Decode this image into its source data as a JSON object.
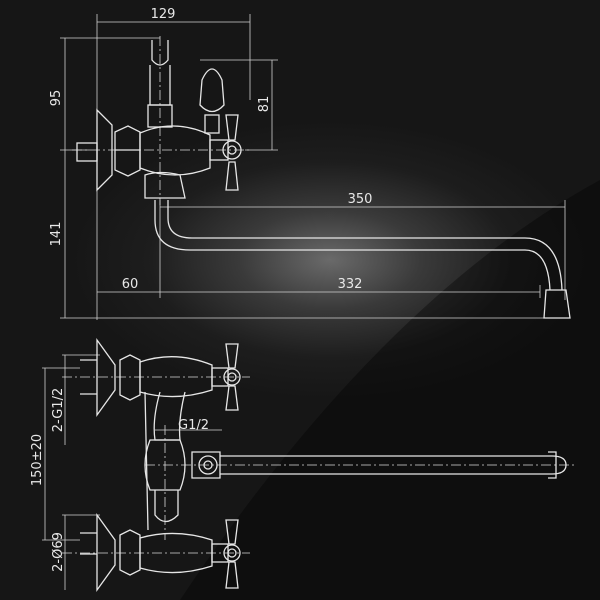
{
  "title": "Bath mixer with long spout — dimension drawing",
  "colors": {
    "background": "#161616",
    "lines": "#e6e6e6"
  },
  "dimensions": {
    "width_top": "129",
    "height_upper": "95",
    "lever_height": "81",
    "height_lower": "141",
    "spout_reach": "350",
    "wall_offset": "60",
    "spout_length": "332",
    "inlet_thread": "2-G1/2",
    "outlet_thread": "G1/2",
    "center_distance": "150±20",
    "flange_diameter": "2-Ø69"
  }
}
